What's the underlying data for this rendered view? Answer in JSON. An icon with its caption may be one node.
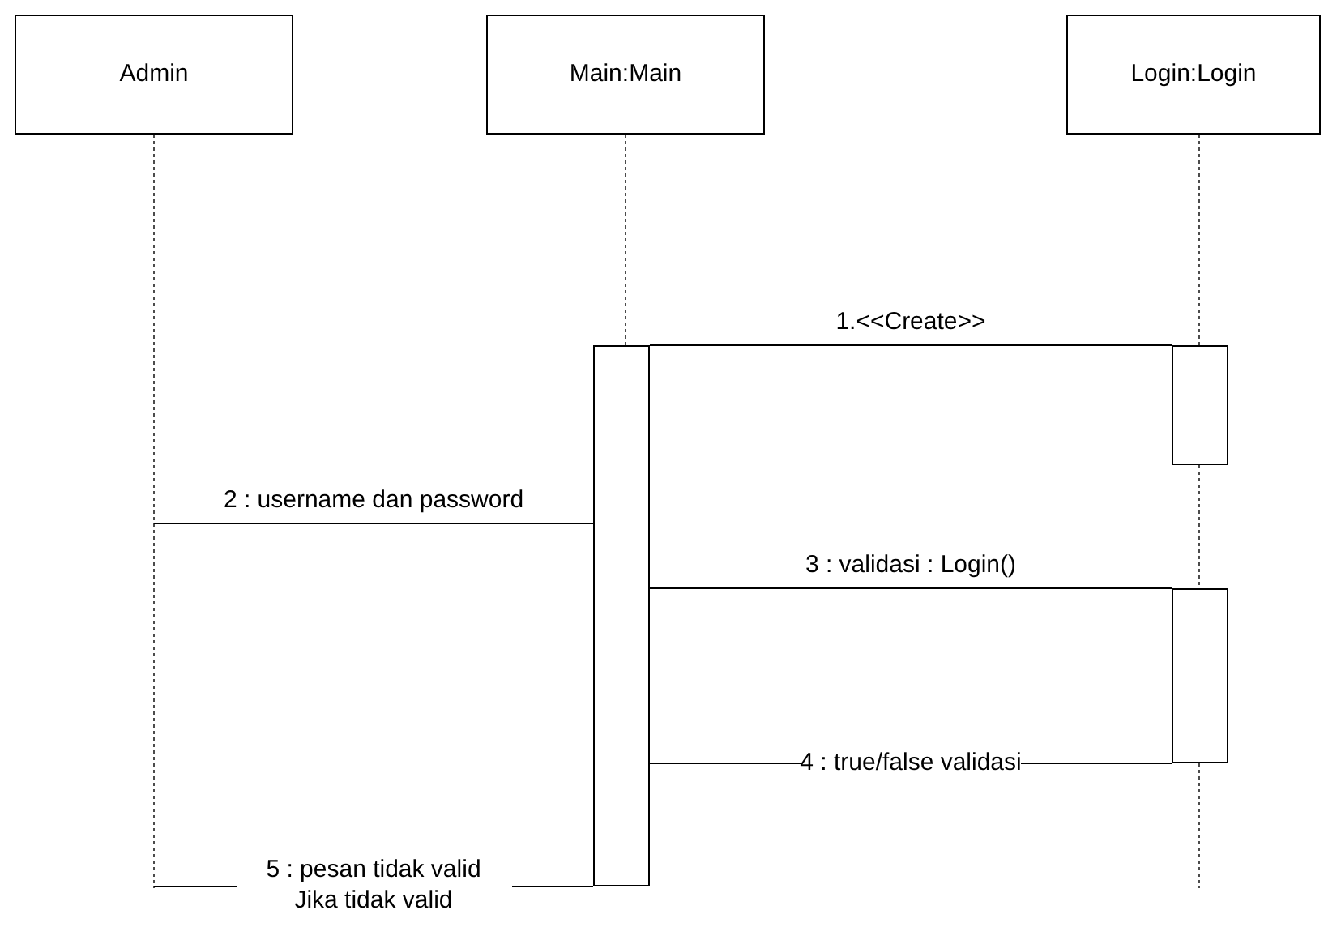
{
  "diagram": {
    "nodes": [
      {
        "text": [
          "Admin"
        ]
      },
      {
        "text": [
          "Main:Main"
        ]
      },
      {
        "text": [
          "Login:Login"
        ]
      },
      {
        "text": [],
        "shape": "bar"
      },
      {
        "text": [],
        "shape": "bar"
      },
      {
        "text": [],
        "shape": "bar"
      }
    ],
    "edges": [
      {
        "from": 0,
        "to": null,
        "arrow": "none",
        "style": "dashed"
      },
      {
        "from": 1,
        "to": 3,
        "arrow": "none",
        "style": "dashed"
      },
      {
        "from": 2,
        "to": null,
        "arrow": "none",
        "style": "dashed"
      },
      {
        "from": 3,
        "to": 4,
        "arrow": "none",
        "label": "1.<<Create>>"
      },
      {
        "from": null,
        "to": 3,
        "arrow": "none",
        "label": "2 : username dan password"
      },
      {
        "from": 3,
        "to": 5,
        "arrow": "none",
        "label": "3 : validasi : Login()"
      },
      {
        "from": 5,
        "to": 3,
        "arrow": "none",
        "label": "4 : true/false validasi"
      },
      {
        "from": 3,
        "to": null,
        "arrow": "none",
        "label": "5 : pesan tidak valid Jika tidak valid"
      }
    ]
  }
}
